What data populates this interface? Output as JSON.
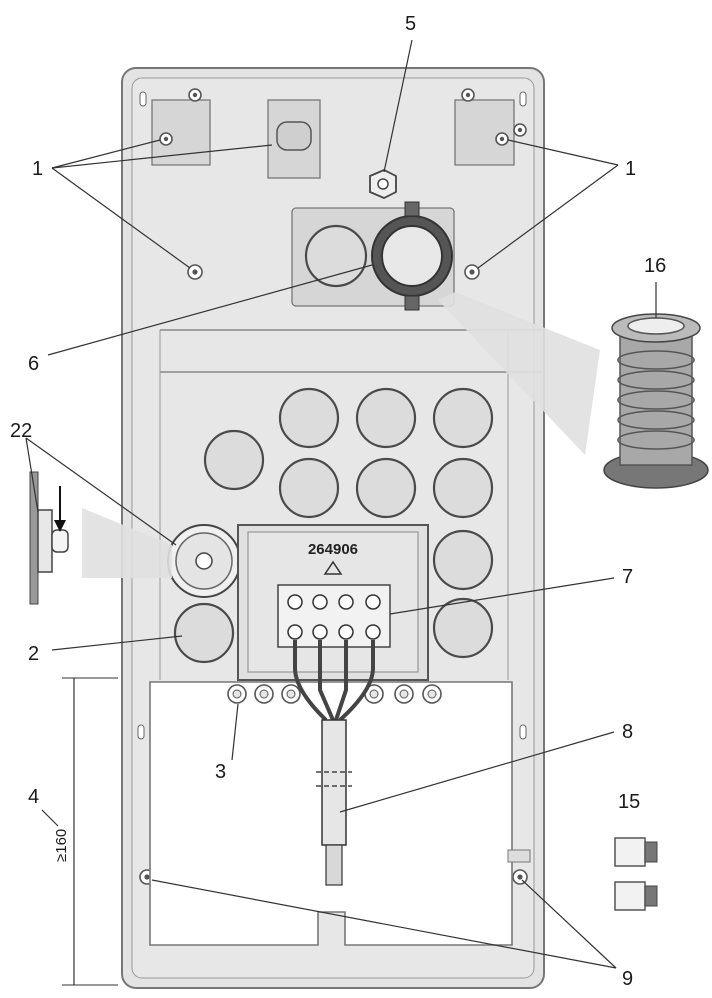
{
  "labels": {
    "mounting_holes_left": "1",
    "mounting_holes_right": "1",
    "knockout": "2",
    "cable_ring": "3",
    "dimension": "4",
    "dimension_value": "≥160",
    "nipple": "5",
    "grommet": "6",
    "terminal_block": "7",
    "cable": "8",
    "screws": "9",
    "plugs": "15",
    "bellows": "16",
    "sealing_plug": "22",
    "terminal_code": "264906"
  },
  "colors": {
    "panel": "#e3e3e3",
    "outline": "#777777",
    "text": "#1a1a1a"
  }
}
